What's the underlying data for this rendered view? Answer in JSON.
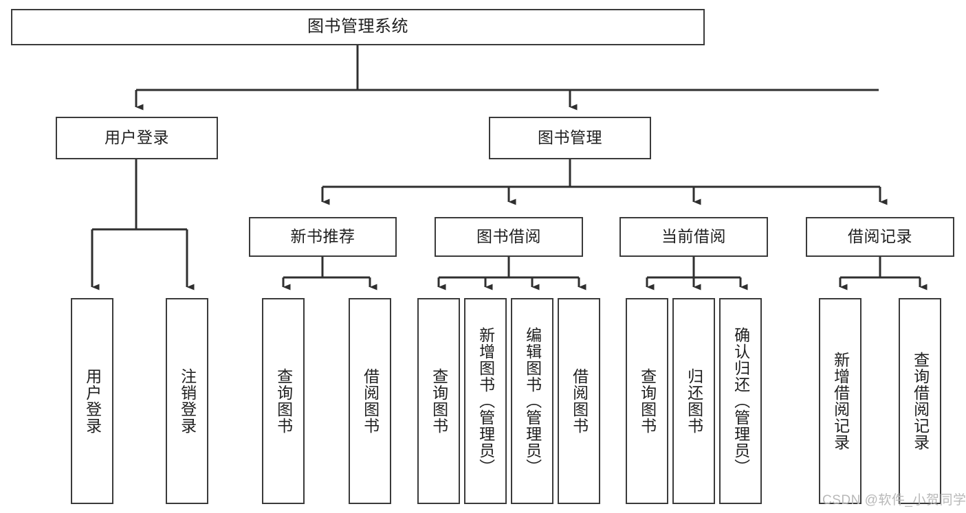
{
  "diagram": {
    "type": "tree-hierarchy-chart",
    "title": "图书管理系统",
    "stroke_color": "#3a3a3a",
    "box_fill": "#ffffff",
    "background": "#ffffff",
    "watermark": "CSDN @软件_小贺同学"
  },
  "nodes": {
    "root": {
      "label": "图书管理系统"
    },
    "level2": [
      {
        "label": "用户登录"
      },
      {
        "label": "图书管理"
      }
    ],
    "level3": [
      {
        "label": "新书推荐"
      },
      {
        "label": "图书借阅"
      },
      {
        "label": "当前借阅"
      },
      {
        "label": "借阅记录"
      }
    ],
    "leaves": {
      "user_login": [
        {
          "label": "用户登录"
        },
        {
          "label": "注销登录"
        }
      ],
      "new_book_recommend": [
        {
          "label": "查询图书"
        },
        {
          "label": "借阅图书"
        }
      ],
      "book_borrow": [
        {
          "label": "查询图书"
        },
        {
          "label": "新增图书（管理员）"
        },
        {
          "label": "编辑图书（管理员）"
        },
        {
          "label": "借阅图书"
        }
      ],
      "current_borrow": [
        {
          "label": "查询图书"
        },
        {
          "label": "归还图书"
        },
        {
          "label": "确认归还（管理员）"
        }
      ],
      "borrow_record": [
        {
          "label": "新增借阅记录"
        },
        {
          "label": "查询借阅记录"
        }
      ]
    }
  }
}
